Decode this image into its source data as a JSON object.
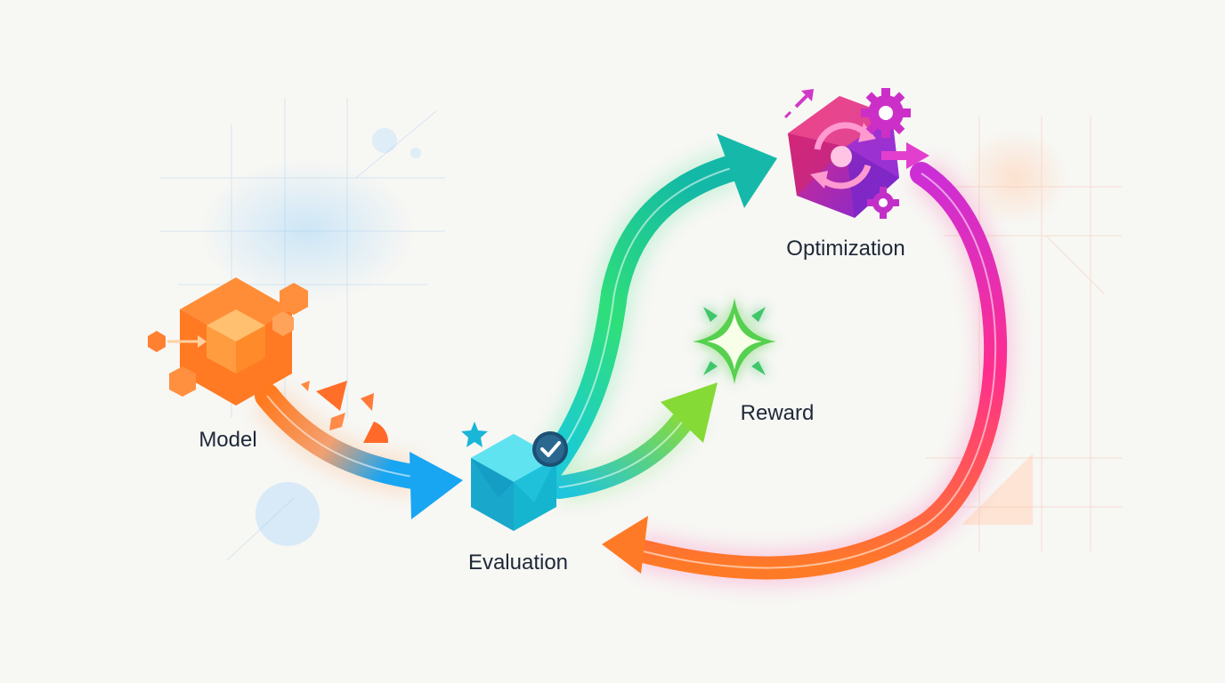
{
  "diagram": {
    "nodes": [
      {
        "id": "model",
        "label": "Model",
        "color": "#f97a2a"
      },
      {
        "id": "evaluation",
        "label": "Evaluation",
        "color": "#1cc6dc"
      },
      {
        "id": "optimization",
        "label": "Optimization",
        "color": "#c21fbe"
      },
      {
        "id": "reward",
        "label": "Reward",
        "color": "#4fcf4a"
      }
    ],
    "edges": [
      {
        "from": "model",
        "to": "evaluation"
      },
      {
        "from": "evaluation",
        "to": "optimization"
      },
      {
        "from": "evaluation",
        "to": "reward"
      },
      {
        "from": "optimization",
        "to": "evaluation"
      }
    ]
  }
}
